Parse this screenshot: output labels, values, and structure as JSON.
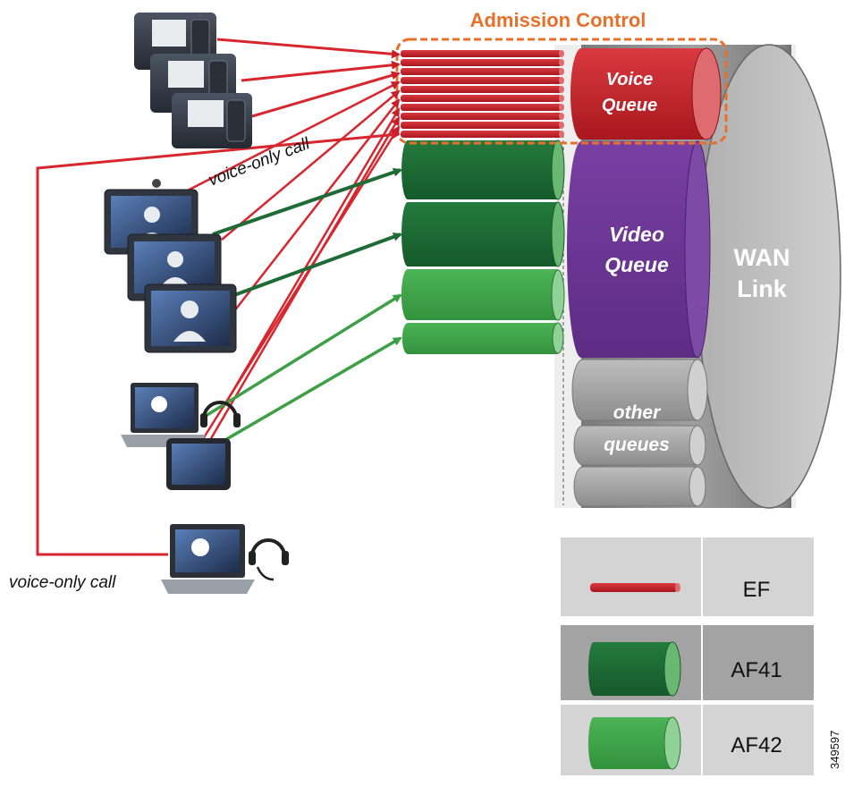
{
  "diagram": {
    "admission_title": "Admission Control",
    "voice_queue": [
      "Voice",
      "Queue"
    ],
    "video_queue": [
      "Video",
      "Queue"
    ],
    "other_queues": [
      "other",
      "queues"
    ],
    "wan_link": [
      "WAN",
      "Link"
    ],
    "voice_only_call_top": "voice-only call",
    "voice_only_call_bottom": "voice-only call",
    "figure_id": "349597"
  },
  "legend": [
    {
      "marking": "EF",
      "swatch": "thin-red-pipe"
    },
    {
      "marking": "AF41",
      "swatch": "dark-green-cylinder"
    },
    {
      "marking": "AF42",
      "swatch": "light-green-cylinder"
    }
  ],
  "colors": {
    "admission_orange": "#e8702a",
    "ef_red": "#c8202a",
    "af41_dark_green": "#1e6b35",
    "af42_light_green": "#3ea046",
    "video_purple": "#6a3591",
    "wan_gray": "#8f8f8f",
    "legend_bg_light": "#d4d4d4",
    "legend_bg_dark": "#a3a3a3"
  }
}
